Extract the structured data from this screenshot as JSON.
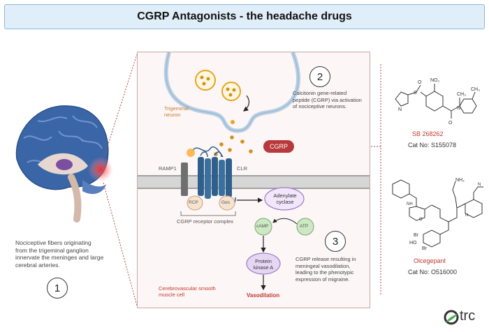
{
  "title": "CGRP Antagonists - the headache drugs",
  "step_numbers": [
    "1",
    "2",
    "3"
  ],
  "left": {
    "caption": "Nociceptive fibers originating from the trigeminal ganglion innervate the meninges and large cerebral arteries."
  },
  "panel": {
    "trigeminal_label": "Trigeminal neuron",
    "step2_text": "Calcitonin gene-related peptide (CGRP) via activation of nociceptive neurons.",
    "cgrp_tag": "CGRP",
    "ramp1_label": "RAMP1",
    "clr_label": "CLR",
    "rcp_label": "RCP",
    "galpha_label": "Gαs",
    "receptor_complex_label": "CGRP receptor complex",
    "adenylate_label": "Adenylate cyclase",
    "camp_label": "cAMP",
    "atp_label": "ATP",
    "pka_label": "Protein kinase A",
    "vasodilation_label": "Vasodilation",
    "step3_text": "CGRP release resulting in meningeal vasodilation, leading to the phenotypic expression of migraine.",
    "smooth_muscle_label": "Cerebrovascular smooth muscle cell"
  },
  "products": [
    {
      "name": "SB 268262",
      "cat_no": "Cat No: S155078"
    },
    {
      "name": "Olcegepant",
      "cat_no": "Cat No: O516000"
    }
  ],
  "colors": {
    "title_bg": "#dfeef8",
    "accent_red": "#c0392b",
    "receptor_blue": "#2f5f8a",
    "brain_blue": "#3a66a8",
    "vesicle_gold": "#e6a521",
    "green_node": "#cde8c4",
    "purple_node": "#e5d6f3"
  },
  "logo_text": "trc"
}
